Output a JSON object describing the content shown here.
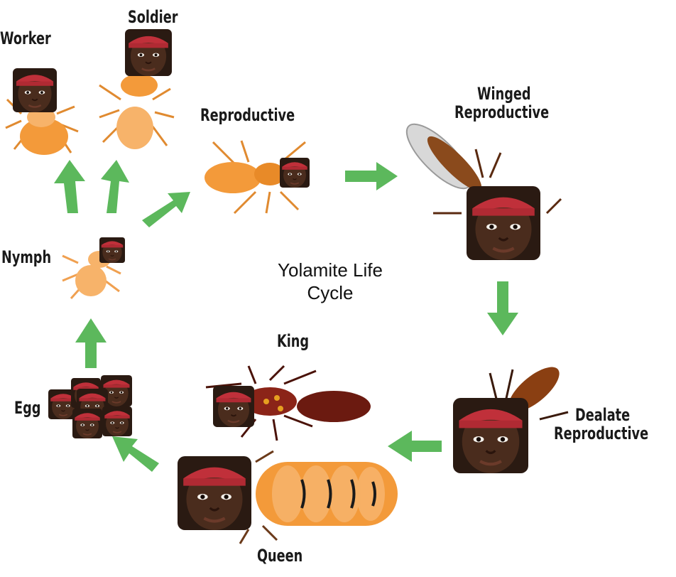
{
  "title": "Yolamite Life\nCycle",
  "title_lines": [
    "Yolamite Life",
    "Cycle"
  ],
  "labels": {
    "worker": "Worker",
    "soldier": "Soldier",
    "reproductive": "Reproductive",
    "winged_reproductive_1": "Winged",
    "winged_reproductive_2": "Reproductive",
    "nymph": "Nymph",
    "king": "King",
    "egg": "Egg",
    "dealate_reproductive_1": "Dealate",
    "dealate_reproductive_2": "Reproductive",
    "queen": "Queen"
  },
  "colors": {
    "arrow": "#5cb85c",
    "body_orange": "#f39a3a",
    "body_light": "#f7b36a",
    "king_body": "#6b1a10",
    "wing": "#c8c8c8",
    "dealate_wing": "#8a3f12",
    "skin": "#3b2418",
    "headband": "#c0303a"
  }
}
